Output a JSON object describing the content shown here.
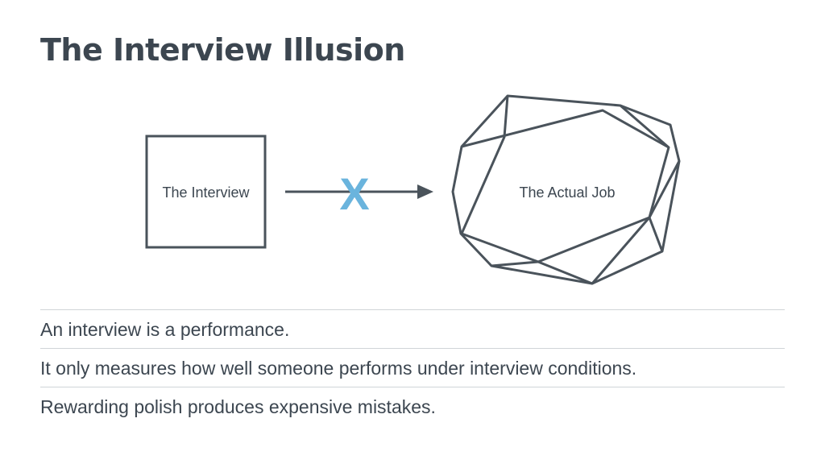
{
  "slide": {
    "title": "The Interview Illusion"
  },
  "diagram": {
    "left_box_label": "The Interview",
    "right_shape_label": "The Actual Job",
    "cross_mark": "X",
    "colors": {
      "stroke": "#4a535b",
      "cross": "#6ab4dd",
      "text": "#3c4650"
    }
  },
  "bullets": [
    "An interview is a performance.",
    "It only measures how well someone performs under interview conditions.",
    "Rewarding polish produces expensive mistakes."
  ]
}
